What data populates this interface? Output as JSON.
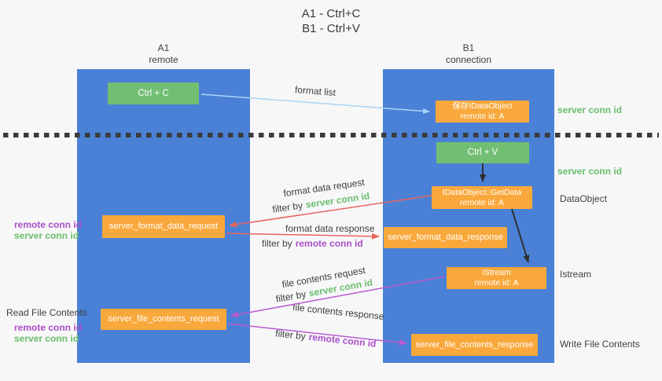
{
  "title": {
    "line1": "A1 - Ctrl+C",
    "line2": "B1 - Ctrl+V"
  },
  "columns": {
    "a": {
      "title": "A1",
      "subtitle": "remote"
    },
    "b": {
      "title": "B1",
      "subtitle": "connection"
    }
  },
  "boxes": {
    "ctrl_c": {
      "label": "Ctrl + C"
    },
    "save_idataobject": {
      "line1": "保存IDataObject",
      "line2": "remote id: A"
    },
    "ctrl_v": {
      "label": "Ctrl + V"
    },
    "getdata": {
      "line1": "IDataObject::GetData",
      "line2": "remote id: A"
    },
    "istream": {
      "line1": "IStream",
      "line2": "remote id: A"
    },
    "server_format_data_request": {
      "label": "server_format_data_request"
    },
    "server_format_data_response": {
      "label": "server_format_data_response"
    },
    "server_file_contents_request": {
      "label": "server_file_contents_request"
    },
    "server_file_contents_response": {
      "label": "server_file_contents_response"
    }
  },
  "arrow_labels": {
    "format_list": "format list",
    "format_data_request": "format data request",
    "format_data_response": "format data response",
    "file_contents_request": "file contents request",
    "file_contents_response": "file contents response",
    "filter_by": "filter by",
    "server_conn_id": "server conn id",
    "remote_conn_id": "remote conn id"
  },
  "side_labels": {
    "server_conn_id": "server conn id",
    "remote_conn_id": "remote conn id",
    "dataobject": "DataObject",
    "istream": "Istream",
    "read_file_contents": "Read File Contents",
    "write_file_contents": "Write File Contents"
  },
  "colors": {
    "lane_blue": "#4a81d6",
    "box_green": "#72bf73",
    "box_orange": "#f9a83c",
    "arrow_light_blue": "#a9d5f5",
    "arrow_red": "#e8655e",
    "arrow_purple": "#ba5bd0",
    "arrow_black": "#2f2f2f",
    "dashed_divider": "#3b3b3b",
    "text_green": "#6abf6b",
    "text_purple": "#ab4fc9",
    "text_dark": "#3c3c3c",
    "background": "#f7f7f8"
  }
}
